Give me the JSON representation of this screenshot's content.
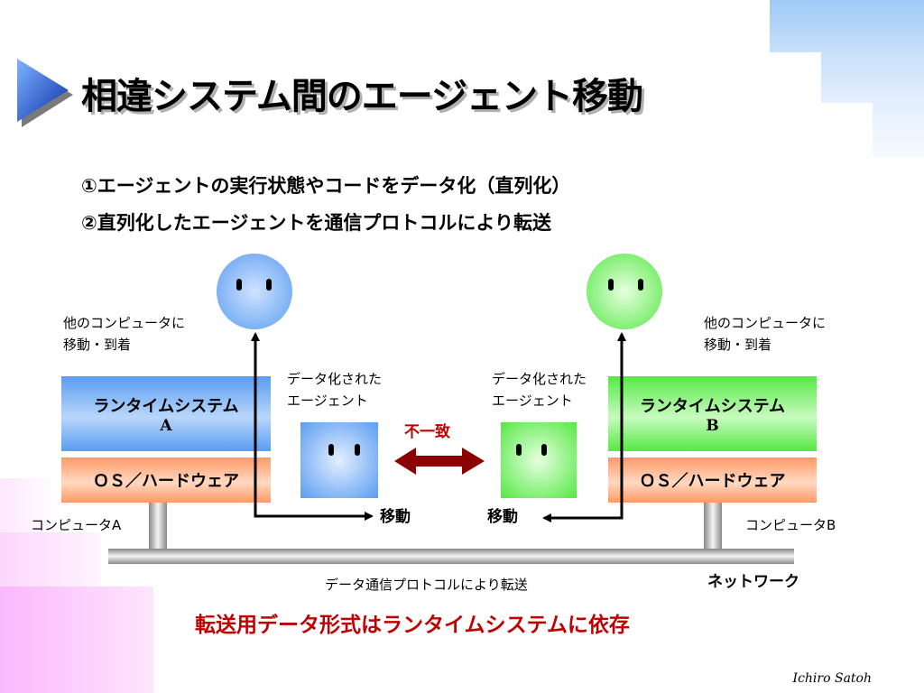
{
  "slide": {
    "title": "相違システム間のエージェント移動",
    "points": [
      "①エージェントの実行状態やコードをデータ化（直列化）",
      "②直列化したエージェントを通信プロトコルにより転送"
    ]
  },
  "diagram": {
    "left": {
      "migrate_note": [
        "他のコンピュータに",
        "移動・到着"
      ],
      "runtime_label": "ランタイムシステム",
      "runtime_id": "A",
      "os_label": "ＯＳ／ハードウェア",
      "computer_label": "コンピュータA",
      "serialized_label": [
        "データ化された",
        "エージェント"
      ],
      "move_label": "移動",
      "color": "#5a9cf0"
    },
    "right": {
      "migrate_note": [
        "他のコンピュータに",
        "移動・到着"
      ],
      "runtime_label": "ランタイムシステム",
      "runtime_id": "B",
      "os_label": "ＯＳ／ハードウェア",
      "computer_label": "コンピュータB",
      "serialized_label": [
        "データ化された",
        "エージェント"
      ],
      "move_label": "移動",
      "color": "#55e844"
    },
    "mismatch_label": "不一致",
    "mismatch_color": "#8b0000",
    "network_label": "ネットワーク",
    "transfer_label": "データ通信プロトコルにより転送"
  },
  "conclusion": {
    "text": "転送用データ形式はランタイムシステムに依存",
    "color": "#c00000"
  },
  "author": "Ichiro Satoh"
}
